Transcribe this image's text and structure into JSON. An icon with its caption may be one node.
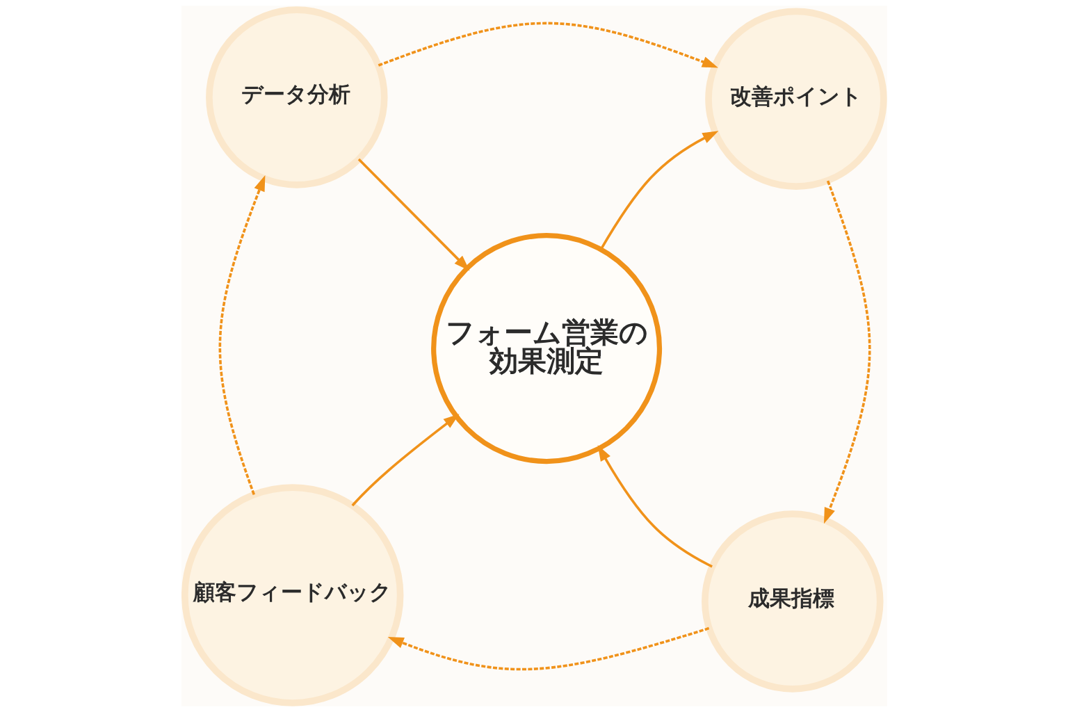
{
  "diagram": {
    "nodes": [
      {
        "text": [
          "フォーム営業の効果測定"
        ]
      },
      {
        "text": [
          "データ分析"
        ]
      },
      {
        "text": [
          "改善ポイント"
        ]
      },
      {
        "text": [
          "成果指標"
        ]
      },
      {
        "text": [
          "顧客フィードバック"
        ]
      }
    ],
    "edges": [
      {
        "from": 1,
        "to": 0,
        "arrow": "to"
      },
      {
        "from": 0,
        "to": 2,
        "arrow": "to"
      },
      {
        "from": 3,
        "to": 0,
        "arrow": "to"
      },
      {
        "from": 4,
        "to": 0,
        "arrow": "to"
      },
      {
        "from": 1,
        "to": 2,
        "arrow": "to",
        "style": "dashed"
      },
      {
        "from": 2,
        "to": 3,
        "arrow": "to",
        "style": "dashed"
      },
      {
        "from": 3,
        "to": 4,
        "arrow": "to",
        "style": "dashed"
      },
      {
        "from": 4,
        "to": 1,
        "arrow": "to",
        "style": "dashed"
      }
    ]
  }
}
